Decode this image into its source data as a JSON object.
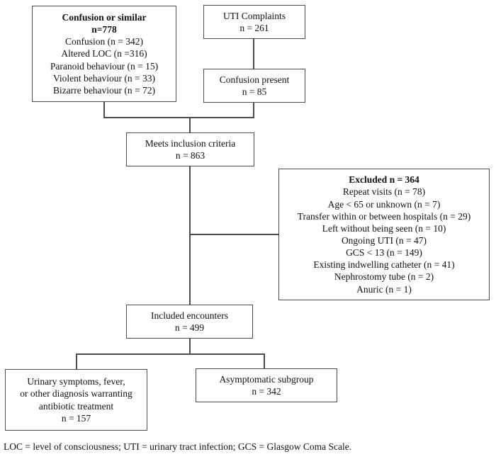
{
  "flowchart": {
    "boxes": {
      "confusion_similar": {
        "title": "Confusion or similar",
        "subtitle": "n=778",
        "items": [
          "Confusion (n = 342)",
          "Altered LOC (n =316)",
          "Paranoid behaviour (n = 15)",
          "Violent behaviour (n = 33)",
          "Bizarre behaviour (n = 72)"
        ]
      },
      "uti_complaints": {
        "line1": "UTI Complaints",
        "line2": "n = 261"
      },
      "confusion_present": {
        "line1": "Confusion present",
        "line2": "n = 85"
      },
      "meets_inclusion": {
        "line1": "Meets inclusion criteria",
        "line2": "n = 863"
      },
      "excluded": {
        "title": "Excluded n = 364",
        "items": [
          "Repeat visits (n = 78)",
          "Age < 65 or unknown (n = 7)",
          "Transfer within or between hospitals (n = 29)",
          "Left without being seen (n = 10)",
          "Ongoing UTI (n = 47)",
          "GCS < 13 (n = 149)",
          "Existing indwelling catheter (n = 41)",
          "Nephrostomy tube (n = 2)",
          "Anuric (n = 1)"
        ]
      },
      "included_encounters": {
        "line1": "Included encounters",
        "line2": "n = 499"
      },
      "symptomatic": {
        "lines": [
          "Urinary symptoms, fever,",
          "or other diagnosis warranting",
          "antibiotic treatment",
          "n = 157"
        ]
      },
      "asymptomatic": {
        "line1": "Asymptomatic subgroup",
        "line2": "n = 342"
      }
    },
    "footnote": "LOC = level of consciousness; UTI = urinary tract infection; GCS = Glasgow Coma Scale.",
    "colors": {
      "border": "#4d4d4d",
      "text": "#111111",
      "background": "#ffffff"
    }
  }
}
